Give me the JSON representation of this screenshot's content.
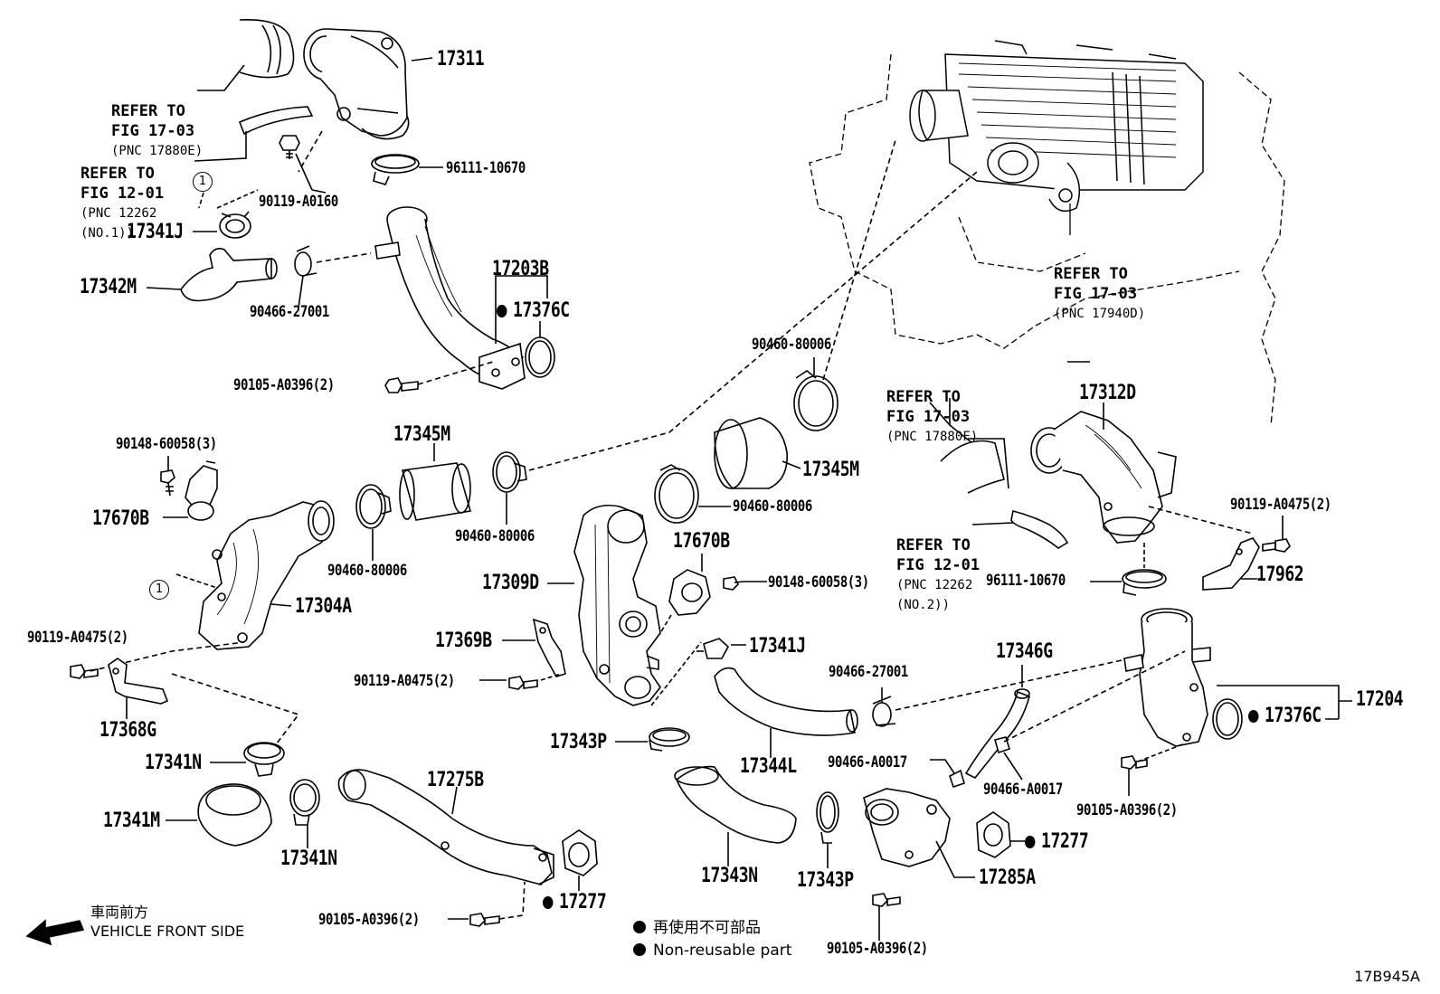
{
  "labels": {
    "p17311": "17311",
    "p96111_a": "96111-10670",
    "p90119_a0160": "90119-A0160",
    "p17341J_a": "17341J",
    "p17342M": "17342M",
    "p90466_27001_a": "90466-27001",
    "p17203B": "17203B",
    "p17376C_a": "17376C",
    "p90105_a": "90105-A0396(2)",
    "p90148_a": "90148-60058(3)",
    "p17670B_a": "17670B",
    "p17345M_a": "17345M",
    "p90460_a": "90460-80006",
    "p90460_b": "90460-80006",
    "p17304A": "17304A",
    "p90119_a0475_a": "90119-A0475(2)",
    "p17368G": "17368G",
    "p17341N_a": "17341N",
    "p17341M": "17341M",
    "p17341N_b": "17341N",
    "p17275B": "17275B",
    "p90105_b": "90105-A0396(2)",
    "p17277_a": "17277",
    "p90460_c": "90460-80006",
    "p17345M_b": "17345M",
    "p90460_d": "90460-80006",
    "p17670B_b": "17670B",
    "p90148_b": "90148-60058(3)",
    "p17309D": "17309D",
    "p17369B": "17369B",
    "p90119_a0475_b": "90119-A0475(2)",
    "p17341J_b": "17341J",
    "p17343P_a": "17343P",
    "p17344L": "17344L",
    "p17343N": "17343N",
    "p17343P_b": "17343P",
    "p90466_27001_b": "90466-27001",
    "p90466_a0017_a": "90466-A0017",
    "p17346G": "17346G",
    "p90466_a0017_b": "90466-A0017",
    "p17285A": "17285A",
    "p17277_b": "17277",
    "p90105_c": "90105-A0396(2)",
    "p17312D": "17312D",
    "p90119_a0475_c": "90119-A0475(2)",
    "p96111_b": "96111-10670",
    "p17962": "17962",
    "p17204": "17204",
    "p17376C_b": "17376C",
    "p90105_d": "90105-A0396(2)"
  },
  "refs": {
    "r1": {
      "l1": "REFER TO",
      "l2": "FIG 17-03",
      "l3": "(PNC 17880E)"
    },
    "r2": {
      "l1": "REFER TO",
      "l2": "FIG 12-01",
      "l3": "(PNC 12262",
      "l4": "(NO.1))"
    },
    "r3": {
      "l1": "REFER TO",
      "l2": "FIG 17-03",
      "l3": "(PNC 17940D)"
    },
    "r4": {
      "l1": "REFER TO",
      "l2": "FIG 17-03",
      "l3": "(PNC 17880F)"
    },
    "r5": {
      "l1": "REFER TO",
      "l2": "FIG 12-01",
      "l3": "(PNC 12262",
      "l4": "(NO.2))"
    }
  },
  "circle_marker": "1",
  "legend": {
    "jp": "再使用不可部品",
    "en": "Non-reusable part"
  },
  "front_side": {
    "jp": "車両前方",
    "en": "VEHICLE FRONT SIDE"
  },
  "figure_id": "17B945A"
}
